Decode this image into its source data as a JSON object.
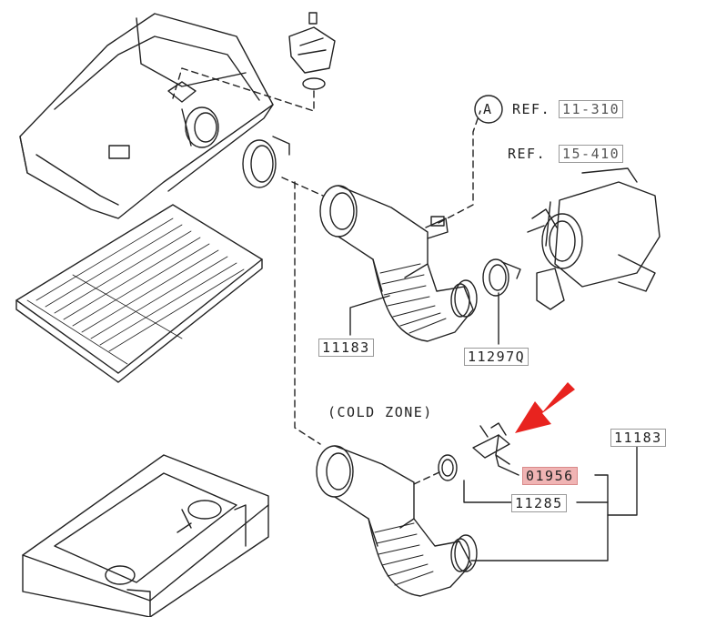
{
  "callout_ref_a": {
    "letter": "A",
    "ref_prefix": "REF.",
    "ref_number": "11-310"
  },
  "callout_ref_b": {
    "ref_prefix": "REF.",
    "ref_number": "15-410"
  },
  "zone_label": "(COLD ZONE)",
  "part_numbers": {
    "hose_upper": "11183",
    "clamp_upper": "11297Q",
    "hose_lower": "11183",
    "sensor_highlighted": "01956",
    "clamp_lower": "11285"
  },
  "colors": {
    "arrow": "#e8231f",
    "highlight": "#f0b4b4",
    "line": "#222222"
  }
}
